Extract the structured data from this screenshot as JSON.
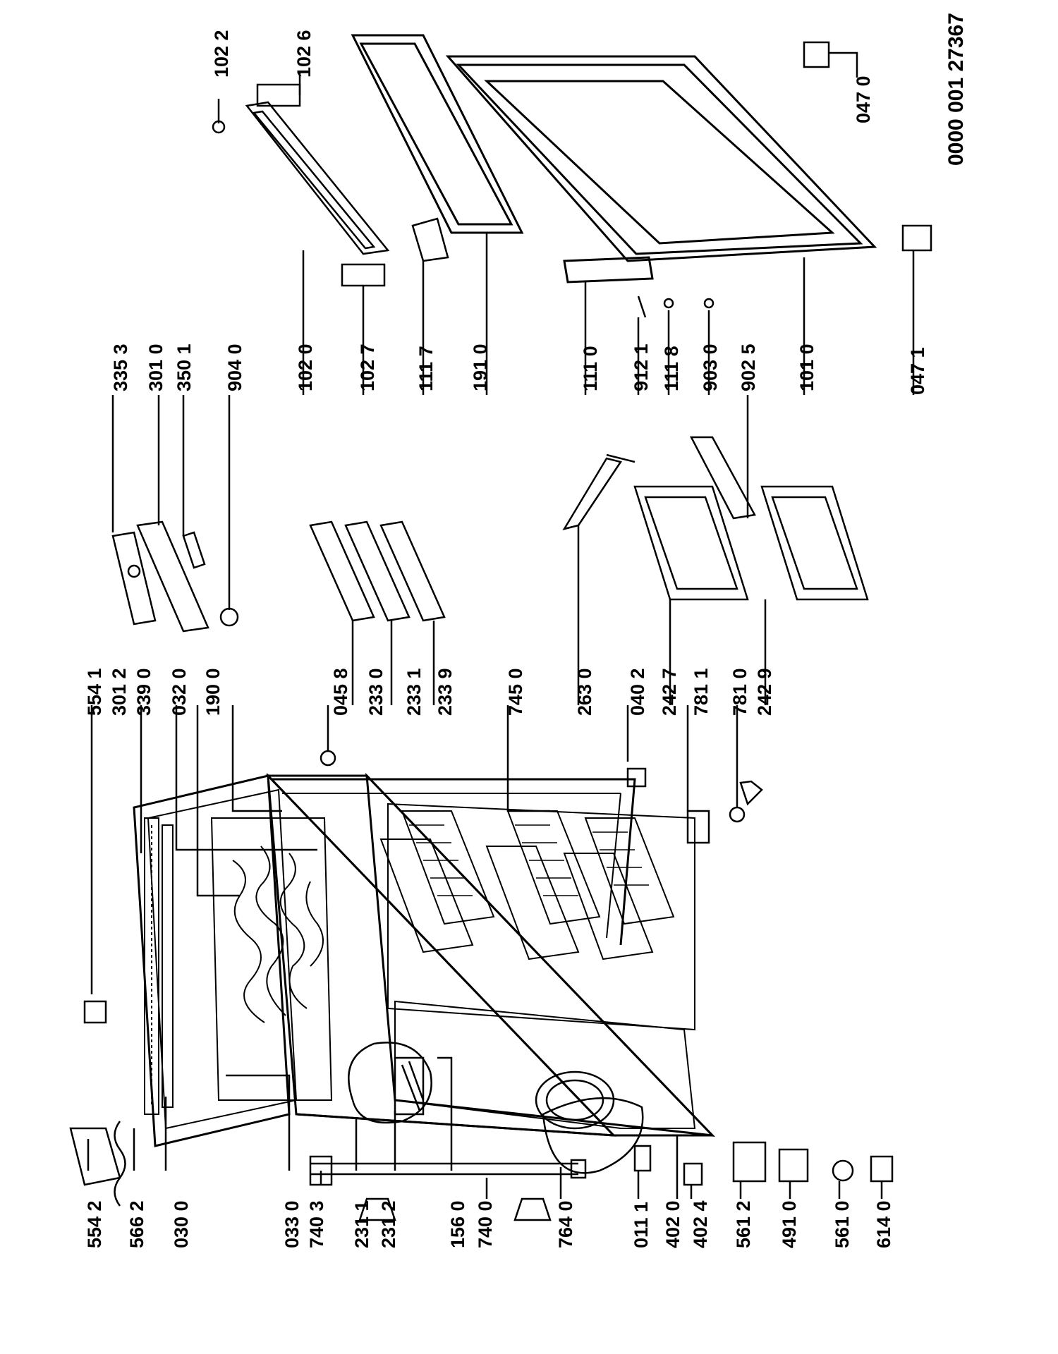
{
  "document_number": "0000 001 27367",
  "labels": {
    "l5541": "554 1",
    "l3012": "301 2",
    "l3390": "339 0",
    "l0320": "032 0",
    "l1900": "190 0",
    "l0458": "045 8",
    "l2330": "233 0",
    "l2331": "233 1",
    "l2339": "233 9",
    "l7450": "745 0",
    "l2630": "263 0",
    "l0402": "040 2",
    "l2427": "242 7",
    "l7811": "781 1",
    "l7810": "781 0",
    "l2429": "242 9",
    "l3353": "335 3",
    "l3010": "301 0",
    "l3501": "350 1",
    "l9040": "904 0",
    "l1020": "102 0",
    "l1027": "102 7",
    "l1117": "111 7",
    "l1910": "191 0",
    "l1110": "111 0",
    "l9121": "912 1",
    "l1118": "111 8",
    "l9030": "903 0",
    "l9025": "902 5",
    "l1010": "101 0",
    "l0471": "047 1",
    "l1022": "102 2",
    "l1026": "102 6",
    "l0470": "047 0",
    "l5542": "554 2",
    "l5662": "566 2",
    "l0300": "030 0",
    "l0330": "033 0",
    "l7403": "740 3",
    "l2311": "231 1",
    "l2312": "231 2",
    "l1560": "156 0",
    "l7400": "740 0",
    "l7640": "764 0",
    "l0111": "011 1",
    "l4020": "402 0",
    "l4024": "402 4",
    "l5612": "561 2",
    "l4910": "491 0",
    "l5610": "561 0",
    "l6140": "614 0"
  }
}
